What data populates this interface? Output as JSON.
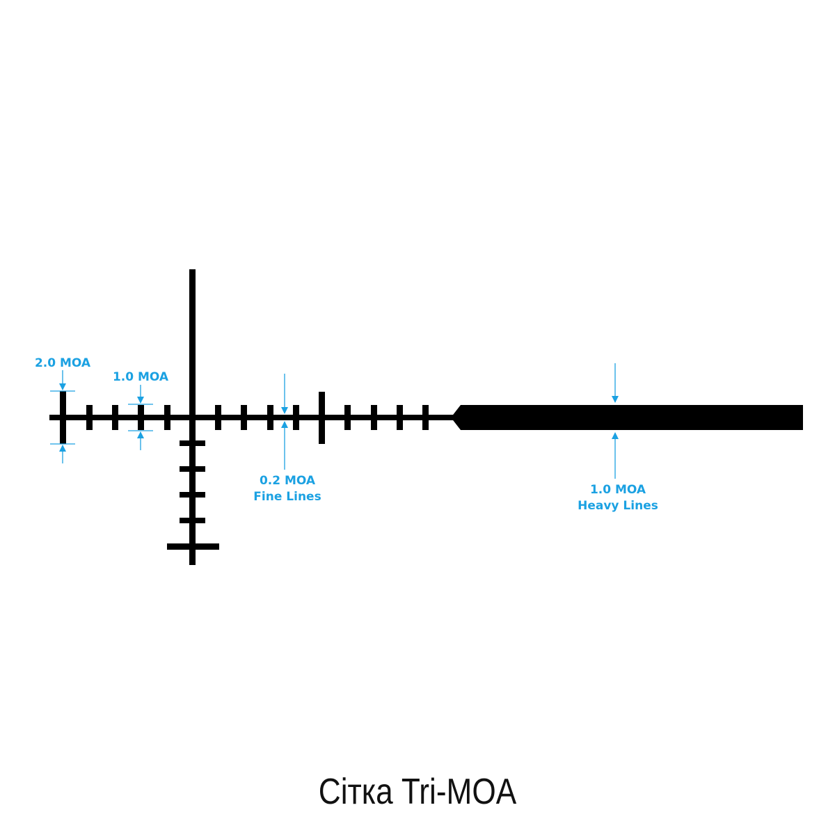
{
  "colors": {
    "reticle": "#000000",
    "annotation": "#1ba1e2"
  },
  "labels": {
    "two_moa": "2.0 MOA",
    "one_moa": "1.0 MOA",
    "fine_value": "0.2 MOA",
    "fine_name": "Fine Lines",
    "heavy_value": "1.0 MOA",
    "heavy_name": "Heavy Lines"
  },
  "caption": "Сітка Tri-MOA"
}
